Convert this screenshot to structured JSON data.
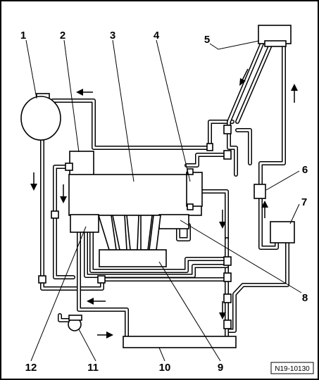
{
  "callouts": {
    "c1": "1",
    "c2": "2",
    "c3": "3",
    "c4": "4",
    "c5": "5",
    "c6": "6",
    "c7": "7",
    "c8": "8",
    "c9": "9",
    "c10": "10",
    "c11": "11",
    "c12": "12"
  },
  "figure_ref": "N19-10130",
  "icons": {
    "flow_arrow": "flow-arrow-icon"
  }
}
